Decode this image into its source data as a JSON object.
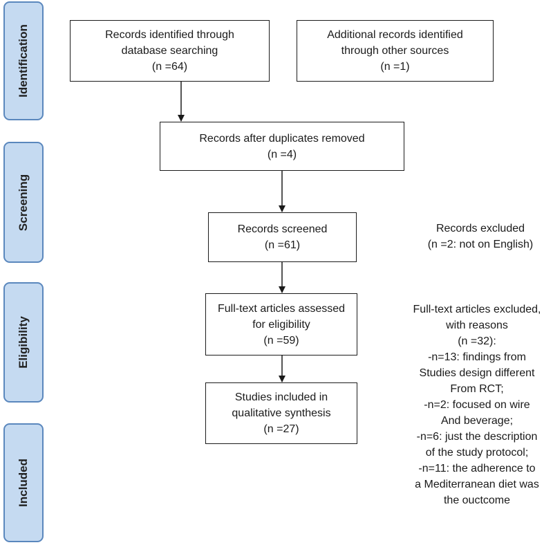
{
  "phases": {
    "identification": "Identification",
    "screening": "Screening",
    "eligibility": "Eligibility",
    "included": "Included"
  },
  "boxes": {
    "database": {
      "lines": [
        "Records identified through",
        "database searching",
        "(n =64)"
      ]
    },
    "other_sources": {
      "lines": [
        "Additional records identified",
        "through other sources",
        "(n =1)"
      ]
    },
    "duplicates_removed": {
      "lines": [
        "Records after duplicates removed",
        "(n =4)"
      ]
    },
    "screened": {
      "lines": [
        "Records screened",
        "(n =61)"
      ]
    },
    "full_text": {
      "lines": [
        "Full-text articles assessed",
        "for eligibility",
        "(n =59)"
      ]
    },
    "included": {
      "lines": [
        "Studies included in",
        "qualitative synthesis",
        "(n =27)"
      ]
    }
  },
  "side_notes": {
    "records_excluded": {
      "lines": [
        "Records excluded",
        "(n =2: not on English)"
      ]
    },
    "fulltext_excluded": {
      "lines": [
        "Full-text articles excluded,",
        "with reasons",
        "(n =32):",
        "-n=13: findings from",
        "Studies design different",
        "From RCT;",
        "-n=2: focused on wire",
        "And beverage;",
        "-n=6: just the description",
        "of the study protocol;",
        "-n=11: the adherence to",
        "a Mediterranean diet was",
        "the ouctcome"
      ]
    }
  },
  "colors": {
    "phase_fill": "#c5daf1",
    "phase_border": "#5a87bd",
    "box_border": "#1a1a1a"
  }
}
